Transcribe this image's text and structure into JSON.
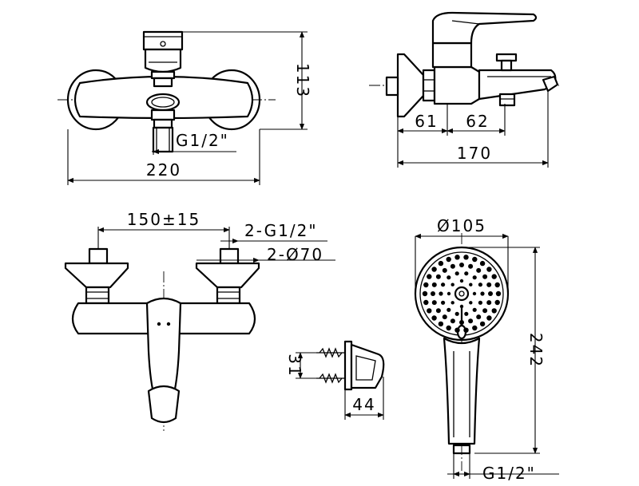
{
  "front_view": {
    "width_label": "220",
    "height_label": "113",
    "thread_label": "G1/2\""
  },
  "side_view": {
    "dim_left_label": "61",
    "dim_right_label": "62",
    "total_label": "170"
  },
  "rear_view": {
    "spacing_label": "150±15",
    "thread_label": "2-G1/2\"",
    "flange_label": "2-Ø70"
  },
  "holder_view": {
    "height_label": "31",
    "depth_label": "44"
  },
  "shower_view": {
    "diameter_label": "Ø105",
    "length_label": "242",
    "thread_label": "G1/2\""
  },
  "colors": {
    "line": "#000000",
    "background": "#ffffff"
  }
}
